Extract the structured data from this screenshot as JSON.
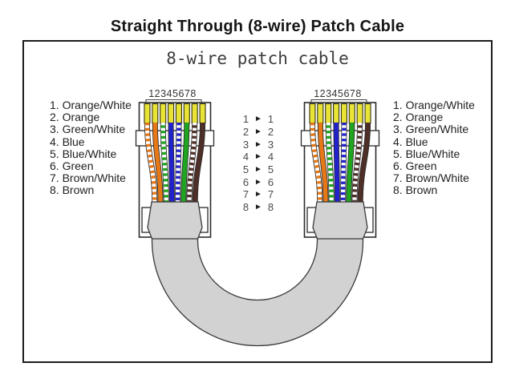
{
  "title": "Straight Through (8-wire) Patch Cable",
  "diagram": {
    "subtitle": "8-wire patch cable",
    "pin_numbers": "12345678",
    "legend": [
      "1. Orange/White",
      "2. Orange",
      "3. Green/White",
      "4. Blue",
      "5. Blue/White",
      "6. Green",
      "7. Brown/White",
      "8. Brown"
    ],
    "mapping": [
      {
        "from": "1",
        "to": "1"
      },
      {
        "from": "2",
        "to": "2"
      },
      {
        "from": "3",
        "to": "3"
      },
      {
        "from": "4",
        "to": "4"
      },
      {
        "from": "5",
        "to": "5"
      },
      {
        "from": "6",
        "to": "6"
      },
      {
        "from": "7",
        "to": "7"
      },
      {
        "from": "8",
        "to": "8"
      }
    ],
    "arrow": "►",
    "wires": [
      {
        "pin": 1,
        "name": "orange-white",
        "style": "striped",
        "color": "#e67817"
      },
      {
        "pin": 2,
        "name": "orange",
        "style": "solid",
        "color": "#e67817"
      },
      {
        "pin": 3,
        "name": "green-white",
        "style": "striped",
        "color": "#1fa51f"
      },
      {
        "pin": 4,
        "name": "blue",
        "style": "solid",
        "color": "#2222cc"
      },
      {
        "pin": 5,
        "name": "blue-white",
        "style": "striped",
        "color": "#2222cc"
      },
      {
        "pin": 6,
        "name": "green",
        "style": "solid",
        "color": "#1fa51f"
      },
      {
        "pin": 7,
        "name": "brown-white",
        "style": "striped",
        "color": "#4e2f27"
      },
      {
        "pin": 8,
        "name": "brown",
        "style": "solid",
        "color": "#4e2f27"
      }
    ],
    "colors": {
      "contact_pad": "#e9e335",
      "cable_gray": "#d2d2d2",
      "outline": "#2b2b2b",
      "connector_fill": "#ffffff",
      "pin_text": "#333333"
    }
  }
}
